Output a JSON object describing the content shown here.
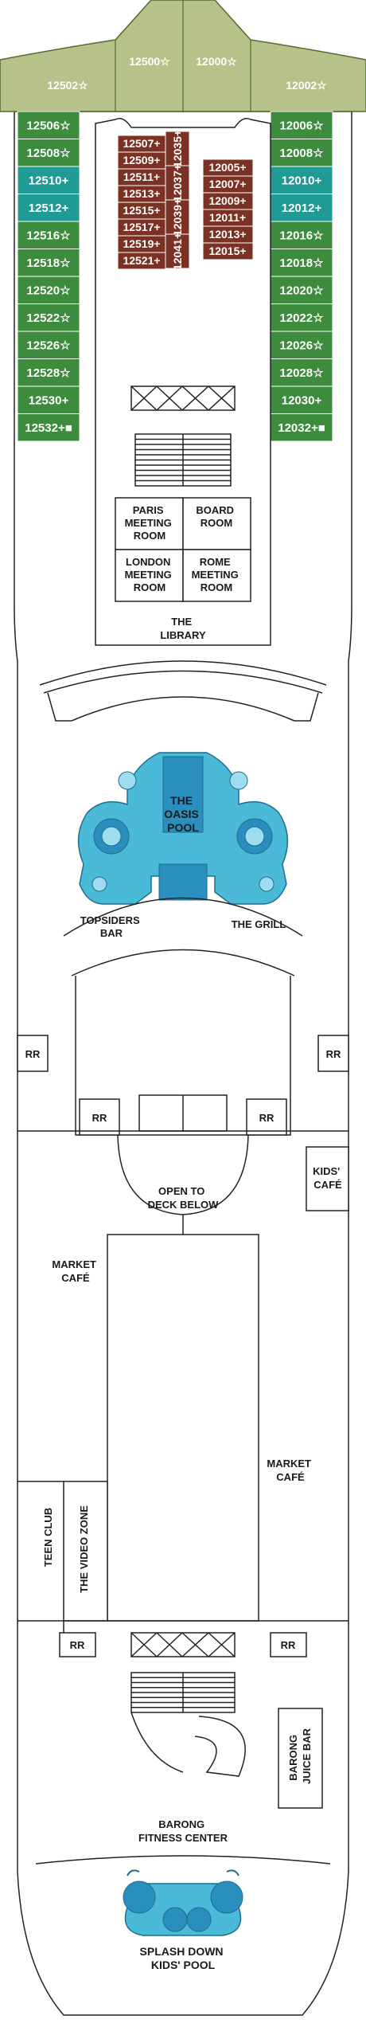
{
  "colors": {
    "green": "#3d8c3d",
    "teal": "#1f9a95",
    "olive": "#b7c28a",
    "brown": "#7b3123",
    "pool": "#4bb9d8"
  },
  "top_cabins": [
    "12502☆",
    "12500☆",
    "12000☆",
    "12002☆"
  ],
  "left_cabins": [
    {
      "label": "12506☆",
      "type": "green"
    },
    {
      "label": "12508☆",
      "type": "green"
    },
    {
      "label": "12510+",
      "type": "teal"
    },
    {
      "label": "12512+",
      "type": "teal"
    },
    {
      "label": "12516☆",
      "type": "green"
    },
    {
      "label": "12518☆",
      "type": "green"
    },
    {
      "label": "12520☆",
      "type": "green"
    },
    {
      "label": "12522☆",
      "type": "green"
    },
    {
      "label": "12526☆",
      "type": "green"
    },
    {
      "label": "12528☆",
      "type": "green"
    },
    {
      "label": "12530+",
      "type": "green"
    },
    {
      "label": "12532+■",
      "type": "green"
    }
  ],
  "right_cabins": [
    {
      "label": "12006☆",
      "type": "green"
    },
    {
      "label": "12008☆",
      "type": "green"
    },
    {
      "label": "12010+",
      "type": "teal"
    },
    {
      "label": "12012+",
      "type": "teal"
    },
    {
      "label": "12016☆",
      "type": "green"
    },
    {
      "label": "12018☆",
      "type": "green"
    },
    {
      "label": "12020☆",
      "type": "green"
    },
    {
      "label": "12022☆",
      "type": "green"
    },
    {
      "label": "12026☆",
      "type": "green"
    },
    {
      "label": "12028☆",
      "type": "green"
    },
    {
      "label": "12030+",
      "type": "green"
    },
    {
      "label": "12032+■",
      "type": "green"
    }
  ],
  "inner_left": [
    "12507+",
    "12509+",
    "12511+",
    "12513+",
    "12515+",
    "12517+",
    "12519+",
    "12521+"
  ],
  "inner_right": [
    "12005+",
    "12007+",
    "12009+",
    "12011+",
    "12013+",
    "12015+"
  ],
  "inner_vertical": [
    "12035+",
    "12037+",
    "12039+",
    "12041+"
  ],
  "rooms": {
    "paris": [
      "PARIS",
      "MEETING",
      "ROOM"
    ],
    "board": [
      "BOARD",
      "ROOM"
    ],
    "london": [
      "LONDON",
      "MEETING",
      "ROOM"
    ],
    "rome": [
      "ROME",
      "MEETING",
      "ROOM"
    ],
    "library": [
      "THE",
      "LIBRARY"
    ]
  },
  "areas": {
    "oasis": [
      "THE",
      "OASIS",
      "POOL"
    ],
    "topsiders": [
      "TOPSIDERS",
      "BAR"
    ],
    "grill": "THE GRILL",
    "rr": "RR",
    "open_deck": [
      "OPEN TO",
      "DECK BELOW"
    ],
    "kids_cafe": [
      "KIDS'",
      "CAFÉ"
    ],
    "market_cafe": [
      "MARKET",
      "CAFÉ"
    ],
    "teen_club": "TEEN CLUB",
    "video_zone": "THE VIDEO ZONE",
    "juice_bar": [
      "BARONG",
      "JUICE BAR"
    ],
    "fitness": [
      "BARONG",
      "FITNESS CENTER"
    ],
    "splash": [
      "SPLASH DOWN",
      "KIDS' POOL"
    ]
  }
}
